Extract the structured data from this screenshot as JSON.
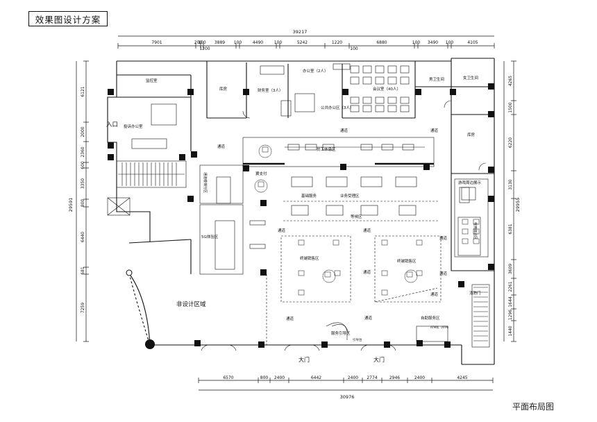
{
  "title": "效果图设计方案",
  "footer_caption": "平面布局图",
  "dimensions": {
    "top_total": "39217",
    "top_segments": [
      "7901",
      "200",
      "100",
      "3889",
      "100",
      "4490",
      "100",
      "5242",
      "1220",
      "6880",
      "100",
      "3490",
      "100",
      "4105"
    ],
    "top_extra": [
      "1200",
      "100"
    ],
    "bottom_total": "30976",
    "bottom_segments": [
      "6570",
      "800",
      "2400",
      "6442",
      "2400",
      "2774",
      "2946",
      "2400",
      "4245"
    ],
    "left_total": "29591",
    "left_segments": [
      "6121",
      "2000",
      "2360",
      "600",
      "3350",
      "800",
      "6440",
      "681",
      "7259"
    ],
    "right_total": "29955",
    "right_segments": [
      "4265",
      "1500",
      "6220",
      "3130",
      "6381",
      "3609",
      "2261",
      "1644",
      "1296",
      "1440"
    ]
  },
  "rooms": {
    "monitor_room": "监控室",
    "storage_1": "库房",
    "finance_room": "财务室（3人）",
    "office_2": "办公室（2人）",
    "public_office": "公共办公区（3人）",
    "meeting_room": "会议室（40人）",
    "male_wc": "男卫生间",
    "female_wc": "女卫生间",
    "storage_2": "库房",
    "entrance": "入口",
    "complaint_office": "投诉办公室",
    "staff_rest": "员工休息区",
    "corridor_1": "通道",
    "corridor_2": "通道",
    "corridor_3": "通道",
    "corridor_4": "通道",
    "corridor_5": "通道",
    "corridor_6": "通道",
    "corridor_7": "通道",
    "corridor_8": "通道",
    "corridor_9": "通道",
    "corridor_10": "通道",
    "corridor_11": "通道",
    "wing_pay": "翼支付",
    "stair_label": "通道楼梯分区",
    "hall_service": "基础服务",
    "business_acceptance": "业务受理区",
    "waiting_area": "等候区",
    "area_5g": "5G体验区",
    "terminal_sales_1": "终端销售区",
    "terminal_sales_2": "终端销售区",
    "self_service": "自助服务区",
    "service_guide": "服务引导区",
    "guide_desk": "引导台",
    "atm": "ATM机（ATM）",
    "game_display": "游戏周边展示",
    "esports": "电竞体验区",
    "fire_door": "消防门",
    "non_design": "非设计区域",
    "gate_1": "大门",
    "gate_2": "大门"
  }
}
